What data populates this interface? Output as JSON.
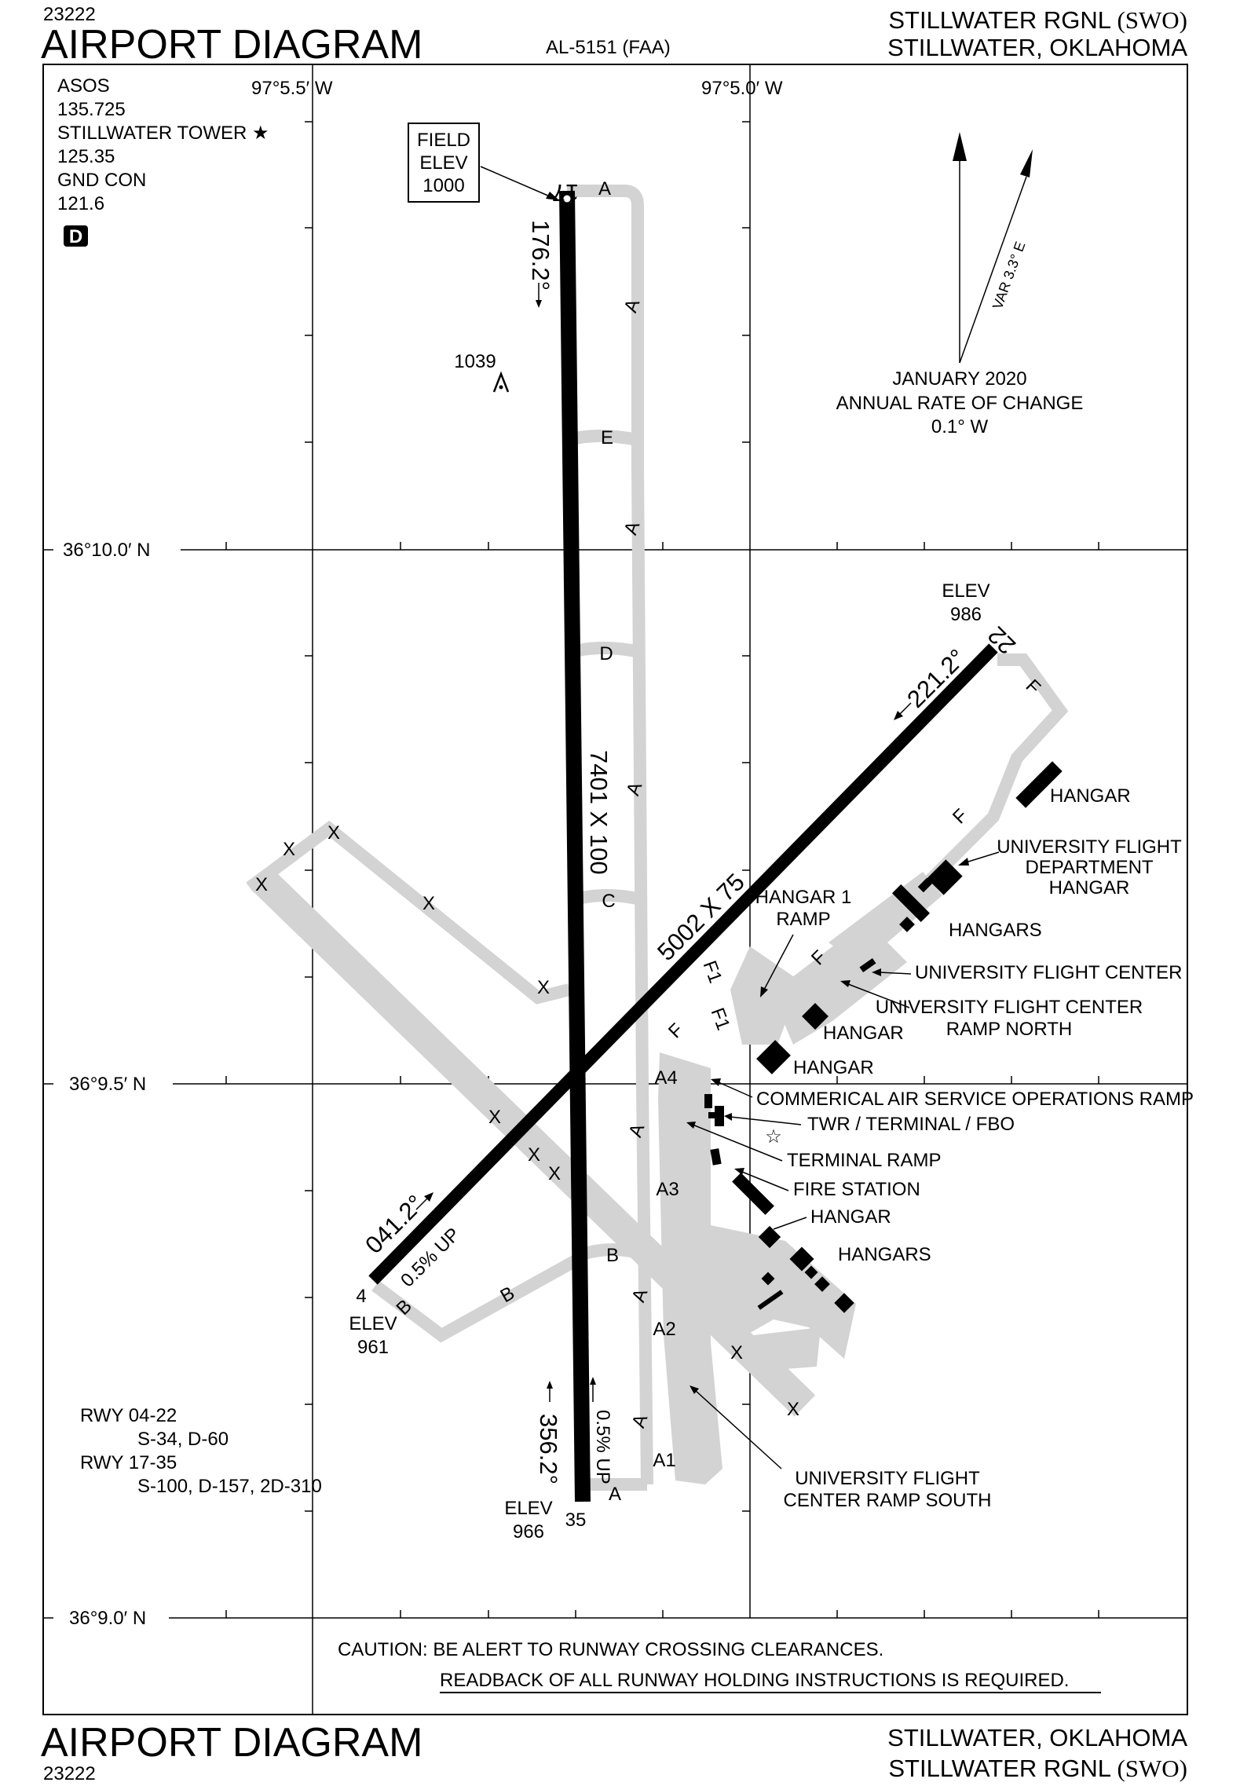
{
  "header": {
    "volume_top": "23222",
    "title_top": "AIRPORT DIAGRAM",
    "chart_id": "AL-5151 (FAA)",
    "airport_name": "STILLWATER RGNL",
    "airport_code": "(SWO)",
    "location": "STILLWATER, OKLAHOMA"
  },
  "footer": {
    "title": "AIRPORT DIAGRAM",
    "volume": "23222",
    "location": "STILLWATER, OKLAHOMA",
    "airport_name": "STILLWATER RGNL",
    "airport_code": "(SWO)"
  },
  "comms": {
    "asos_label": "ASOS",
    "asos_freq": "135.725",
    "tower_label": "STILLWATER TOWER ★",
    "tower_freq": "125.35",
    "gnd_label": "GND CON",
    "gnd_freq": "121.6",
    "airspace_badge": "D"
  },
  "coordinates": {
    "lon_west": "97°5.5′ W",
    "lon_east": "97°5.0′ W",
    "lat_top": "36°10.0′ N",
    "lat_mid": "36°9.5′ N",
    "lat_bottom": "36°9.0′ N"
  },
  "field_elev": {
    "line1": "FIELD",
    "line2": "ELEV",
    "line3": "1000"
  },
  "magnetic": {
    "var_label": "VAR 3.3° E",
    "date": "JANUARY 2020",
    "rate_label": "ANNUAL RATE OF CHANGE",
    "rate": "0.1° W"
  },
  "obstacle": {
    "elevation": "1039"
  },
  "runways": {
    "r17_end": "17",
    "r35_end": "35",
    "r4_end": "4",
    "r22_end": "22",
    "hdg_176": "176.2°",
    "hdg_356": "356.2°",
    "hdg_041": "041.2°",
    "hdg_221": "221.2°",
    "dims_17_35": "7401 X 100",
    "dims_04_22": "5002 X 75",
    "grad_04": "0.5% UP",
    "grad_35": "0.5% UP",
    "elev_label": "ELEV",
    "elev_22": "986",
    "elev_4": "961",
    "elev_35": "966"
  },
  "taxiways": [
    "A",
    "A",
    "E",
    "A",
    "D",
    "A",
    "C",
    "A4",
    "A",
    "A3",
    "B",
    "A",
    "A2",
    "A",
    "A1",
    "A",
    "B",
    "B",
    "X",
    "X",
    "X",
    "X",
    "X",
    "X",
    "X",
    "X",
    "X",
    "X",
    "F",
    "F",
    "F",
    "F",
    "F1",
    "F1"
  ],
  "labels": {
    "hangar_ne": "HANGAR",
    "ufd_hangar_1": "UNIVERSITY FLIGHT",
    "ufd_hangar_2": "DEPARTMENT",
    "ufd_hangar_3": "HANGAR",
    "hangars_1": "HANGARS",
    "hangar1_ramp_1": "HANGAR 1",
    "hangar1_ramp_2": "RAMP",
    "ufc": "UNIVERSITY FLIGHT CENTER",
    "ufc_north_1": "UNIVERSITY FLIGHT CENTER",
    "ufc_north_2": "RAMP NORTH",
    "hangar_a": "HANGAR",
    "hangar_b": "HANGAR",
    "commercial_ramp": "COMMERICAL AIR SERVICE OPERATIONS RAMP",
    "twr_terminal": "TWR / TERMINAL / FBO",
    "terminal_ramp": "TERMINAL RAMP",
    "fire_station": "FIRE STATION",
    "hangar_c": "HANGAR",
    "hangars_2": "HANGARS",
    "ufc_south_1": "UNIVERSITY FLIGHT",
    "ufc_south_2": "CENTER RAMP SOUTH"
  },
  "pavement": {
    "rwy_04_22_label": "RWY 04-22",
    "rwy_04_22_strength": "S-34, D-60",
    "rwy_17_35_label": "RWY 17-35",
    "rwy_17_35_strength": "S-100, D-157, 2D-310"
  },
  "caution": {
    "line1": "CAUTION: BE ALERT TO RUNWAY CROSSING CLEARANCES.",
    "line2": "READBACK OF ALL RUNWAY HOLDING INSTRUCTIONS IS REQUIRED."
  }
}
